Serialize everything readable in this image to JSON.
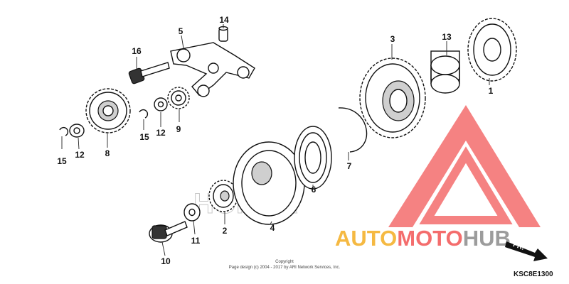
{
  "diagram": {
    "callouts": [
      {
        "id": "c1",
        "label": "1"
      },
      {
        "id": "c2",
        "label": "2"
      },
      {
        "id": "c3",
        "label": "3"
      },
      {
        "id": "c4",
        "label": "4"
      },
      {
        "id": "c5",
        "label": "5"
      },
      {
        "id": "c6",
        "label": "6"
      },
      {
        "id": "c7",
        "label": "7"
      },
      {
        "id": "c8",
        "label": "8"
      },
      {
        "id": "c9",
        "label": "9"
      },
      {
        "id": "c10",
        "label": "10"
      },
      {
        "id": "c11",
        "label": "11"
      },
      {
        "id": "c12a",
        "label": "12"
      },
      {
        "id": "c12b",
        "label": "12"
      },
      {
        "id": "c13",
        "label": "13"
      },
      {
        "id": "c14",
        "label": "14"
      },
      {
        "id": "c15a",
        "label": "15"
      },
      {
        "id": "c15b",
        "label": "15"
      },
      {
        "id": "c16",
        "label": "16"
      }
    ],
    "copyright_line1": "Copyright",
    "copyright_line2": "Page design (c) 2004 - 2017 by ARI Network Services, Inc.",
    "diagram_code": "KSC8E1300",
    "direction_label": "FR.",
    "background_logo_text": "HONDA"
  },
  "watermark": {
    "text_orange": "AUTO",
    "text_red": "MOTO",
    "text_grey": "HUB",
    "color_orange": "#f5b942",
    "color_red": "#f46d6d",
    "color_grey": "#9c9c9c"
  }
}
